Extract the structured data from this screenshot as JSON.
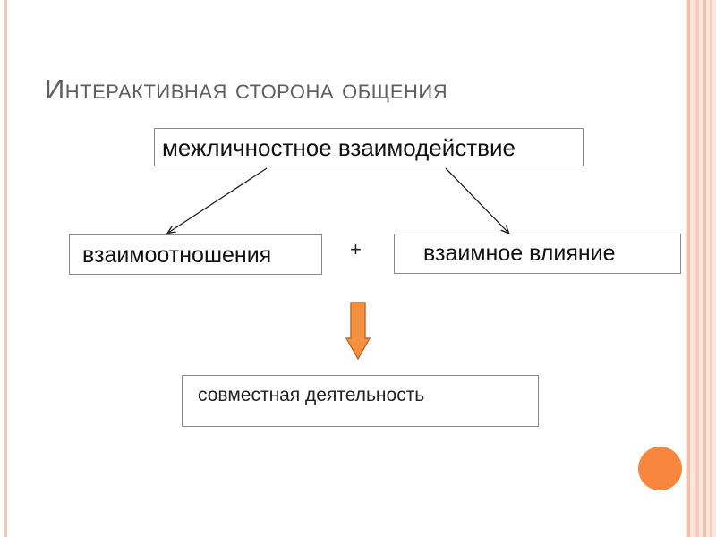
{
  "slide": {
    "title": "Интерактивная сторона общения",
    "boxes": {
      "main": "межличностное взаимодействие",
      "left": "взаимоотношения",
      "right": "взаимное влияние",
      "bottom": "совместная деятельность"
    },
    "plus_sign": "+"
  },
  "colors": {
    "accent": "#f58a3c",
    "arrow_fill": "#f5903f",
    "arrow_outline": "#c86a2b",
    "circle": "#f8863f",
    "frame": "#f3bfae",
    "title_text": "#5f5f5f"
  }
}
